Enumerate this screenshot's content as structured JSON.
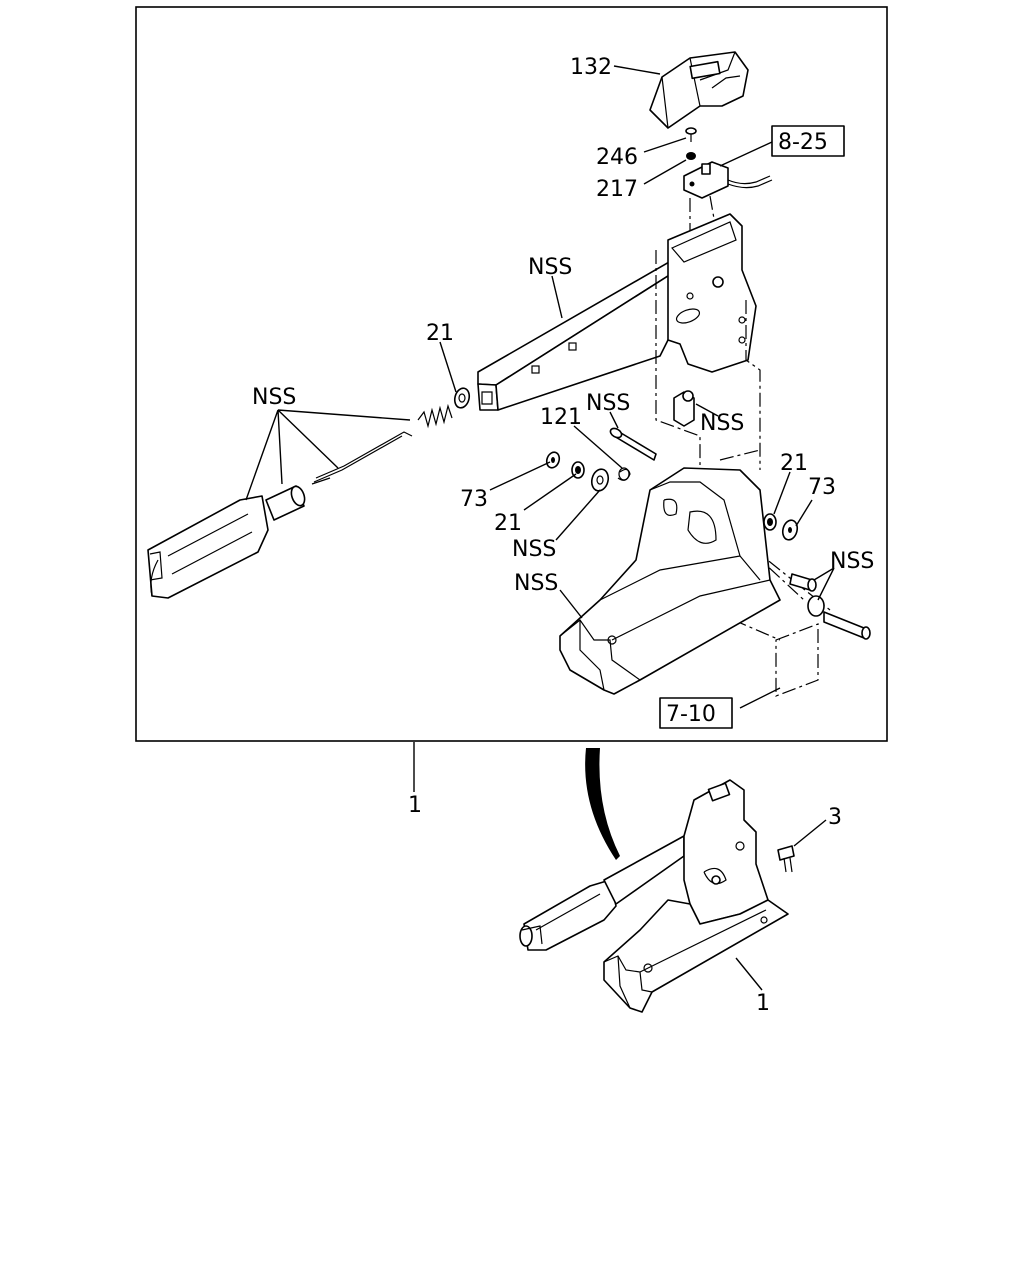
{
  "labels": {
    "p132": "132",
    "p246": "246",
    "p217": "217",
    "ref_8_25": "8-25",
    "nss_top": "NSS",
    "p21_top": "21",
    "nss_left": "NSS",
    "nss_bolt": "NSS",
    "p121": "121",
    "nss_bracket": "NSS",
    "p73_left": "73",
    "p21_mid": "21",
    "nss_mid": "NSS",
    "p21_right": "21",
    "p73_right": "73",
    "nss_right": "NSS",
    "nss_base": "NSS",
    "ref_7_10": "7-10",
    "p1_main": "1",
    "p3": "3",
    "p1_assembly": "1"
  }
}
